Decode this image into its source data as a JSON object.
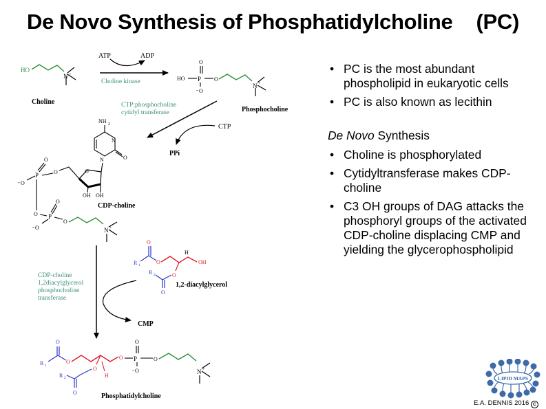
{
  "title": {
    "main": "De Novo  Synthesis  of Phosphatidylcholine",
    "suffix": "(PC)"
  },
  "diagram": {
    "choline": "Choline",
    "phosphocholine": "Phosphocholine",
    "cdp_choline": "CDP-choline",
    "diacylglycerol": "1,2-diacylglycerol",
    "phosphatidylcholine": "Phosphatidylcholine",
    "atp": "ATP",
    "adp": "ADP",
    "choline_kinase": "Choline kinase",
    "ctp_enzyme_1": "CTP:phosphocholine",
    "ctp_enzyme_2": "cytidyl transferase",
    "ctp": "CTP",
    "ppi": "PPi",
    "cdp_enzyme_1": "CDP-choline",
    "cdp_enzyme_2": "1,2diacylglycerol",
    "cdp_enzyme_3": "phosphocholine",
    "cdp_enzyme_4": "transferase",
    "cmp": "CMP",
    "ho": "HO",
    "oh": "OH",
    "o": "O",
    "o_minus": "O",
    "p": "P",
    "n_plus": "N",
    "nh2": "NH",
    "n": "N",
    "r1": "R",
    "r2": "R",
    "h": "H"
  },
  "bullets_top": [
    "PC is the most abundant phospholipid in eukaryotic cells",
    "PC is also known as lecithin"
  ],
  "synthesis_heading": {
    "italic": "De Novo",
    "rest": " Synthesis"
  },
  "bullets_bottom": [
    "Choline is phosphorylated",
    "Cytidyltransferase makes CDP-choline",
    "C3 OH groups of DAG attacks the phosphoryl groups of the activated CDP-choline displacing CMP and yielding the glycerophospholipid"
  ],
  "logo_text": "LIPID MAPS",
  "credit": "E.A. DENNIS 2016",
  "colors": {
    "green": "#2e8b3c",
    "red": "#e0192b",
    "blue": "#2b36c8",
    "teal": "#3b8f7a",
    "logo": "#3d6aa8"
  }
}
